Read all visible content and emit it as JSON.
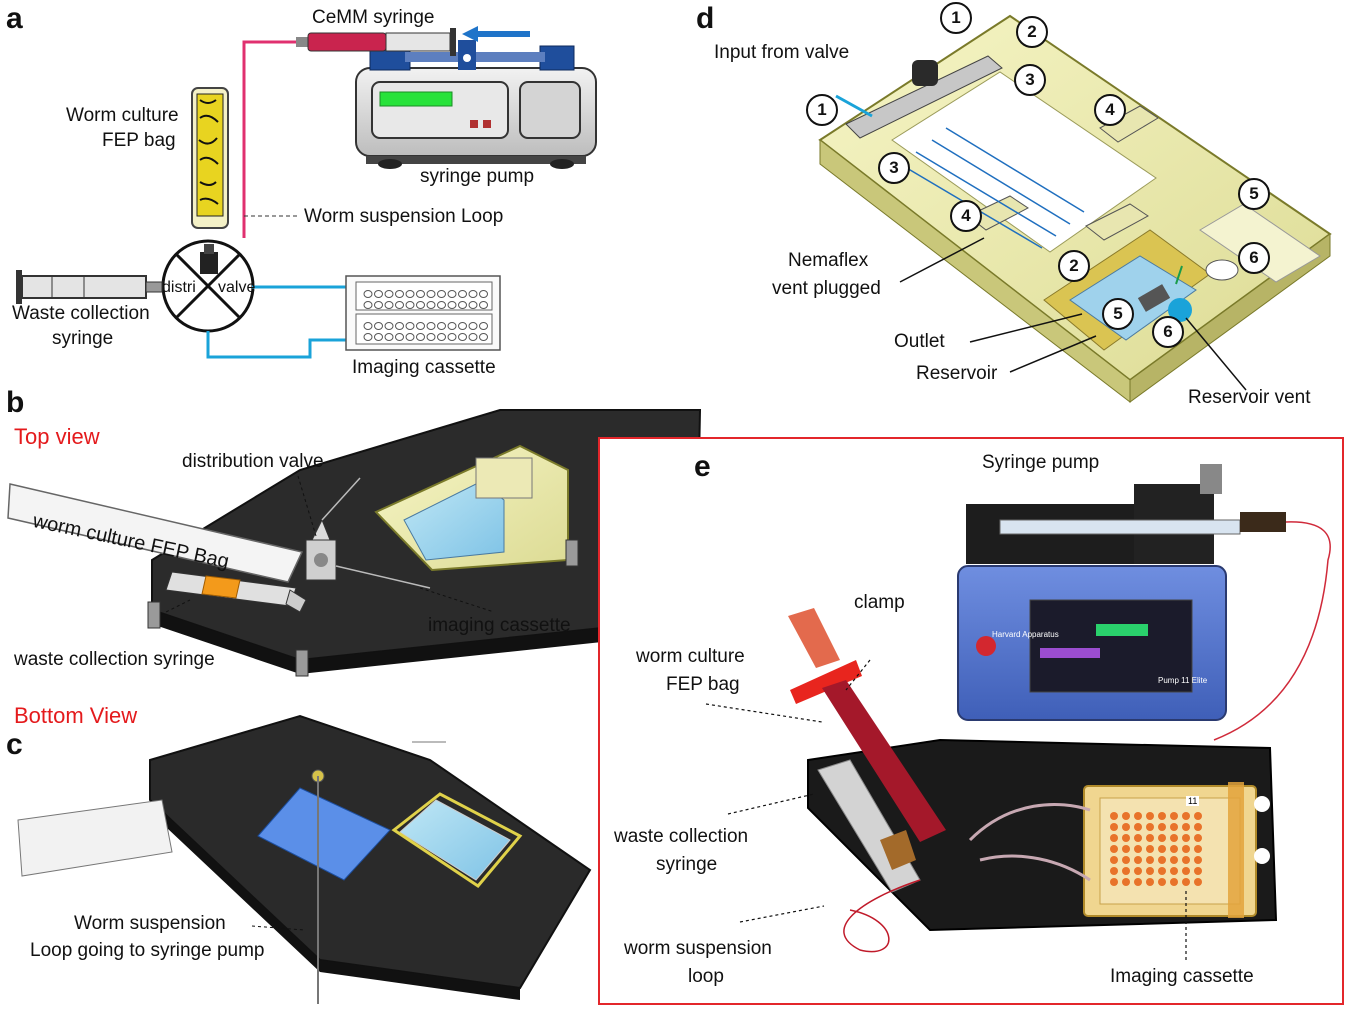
{
  "panels": {
    "a": {
      "letter": "a",
      "cemm_syringe": "CeMM syringe",
      "worm_bag_line1": "Worm culture",
      "worm_bag_line2": "FEP bag",
      "syringe_pump": "syringe pump",
      "loop": "Worm suspension Loop",
      "valve_left": "distri",
      "valve_right": "valve",
      "waste_line1": "Waste collection",
      "waste_line2": "syringe",
      "imaging_cassette": "Imaging cassette"
    },
    "b": {
      "letter": "b",
      "view_title": "Top view",
      "distribution_valve": "distribution valve",
      "bag_label": "worm culture FEP Bag",
      "imaging_cassette": "imaging cassette",
      "waste_syringe": "waste collection syringe"
    },
    "c": {
      "letter": "c",
      "view_title": "Bottom View",
      "loop_line1": "Worm suspension",
      "loop_line2": "Loop going to syringe pump"
    },
    "d": {
      "letter": "d",
      "input": "Input from valve",
      "nemaflex_line1": "Nemaflex",
      "nemaflex_line2": "vent plugged",
      "outlet": "Outlet",
      "reservoir": "Reservoir",
      "reservoir_vent": "Reservoir vent",
      "n1": "1",
      "n2": "2",
      "n3": "3",
      "n4": "4",
      "n5": "5",
      "n6": "6"
    },
    "e": {
      "letter": "e",
      "syringe_pump": "Syringe pump",
      "clamp": "clamp",
      "bag_line1": "worm culture",
      "bag_line2": "FEP bag",
      "waste_line1": "waste collection",
      "waste_line2": "syringe",
      "loop_line1": "worm suspension",
      "loop_line2": "loop",
      "imaging_cassette": "Imaging cassette",
      "pump_brand": "Harvard Apparatus",
      "pump_model": "Pump 11 Elite",
      "cassette_tag": "11"
    }
  },
  "colors": {
    "panel_e_border": "#e3262b",
    "fluid_blue": "#1aa3d9",
    "fluid_pink": "#e0306f",
    "arrow_blue": "#1f6fbf",
    "cassette_yellow": "#f1f0b8",
    "plate_dark": "#2b2b2b"
  }
}
